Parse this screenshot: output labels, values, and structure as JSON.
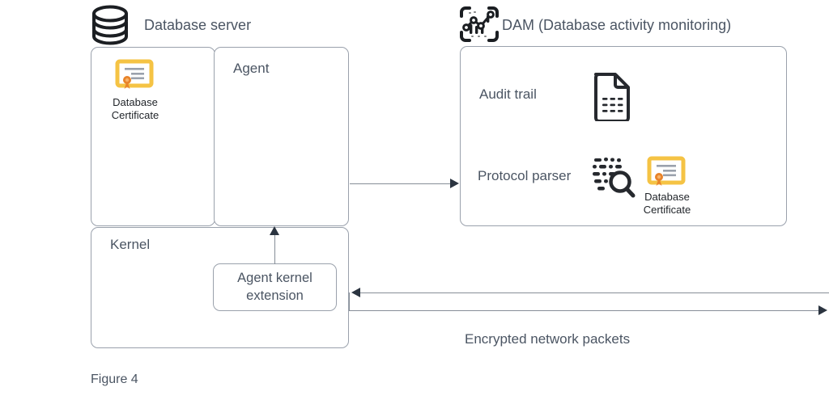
{
  "figure": {
    "caption": "Figure 4"
  },
  "database_server": {
    "title": "Database server",
    "icon": "database-cylinder-icon",
    "certificate": {
      "icon": "certificate-icon",
      "caption": "Database\nCertificate"
    },
    "agent": {
      "label": "Agent"
    },
    "kernel": {
      "label": "Kernel",
      "extension": {
        "label": "Agent kernel extension"
      }
    }
  },
  "dam": {
    "title": "DAM (Database activity monitoring)",
    "icon": "analytics-monitoring-icon",
    "rows": [
      {
        "label": "Audit trail",
        "icon": "document-lines-icon"
      },
      {
        "label": "Protocol parser",
        "icon": "data-magnifier-icon",
        "certificate": {
          "icon": "certificate-icon",
          "caption": "Database\nCertificate"
        }
      }
    ]
  },
  "connections": {
    "agent_to_dam": "agent-to-dam-arrow",
    "extension_to_agent": "extension-to-agent-arrow",
    "network_label": "Encrypted network packets",
    "inbound": "inbound-packets-arrow",
    "outbound": "outbound-packets-arrow"
  },
  "colors": {
    "text_gray": "#4b5563",
    "text_dark": "#1f2328",
    "box_border": "#9aa1ac",
    "line": "#868d97",
    "arrow_head": "#2b3440",
    "certificate_gold": "#f5c344",
    "certificate_ribbon": "#e8832a",
    "icon_dark": "#26292e"
  }
}
